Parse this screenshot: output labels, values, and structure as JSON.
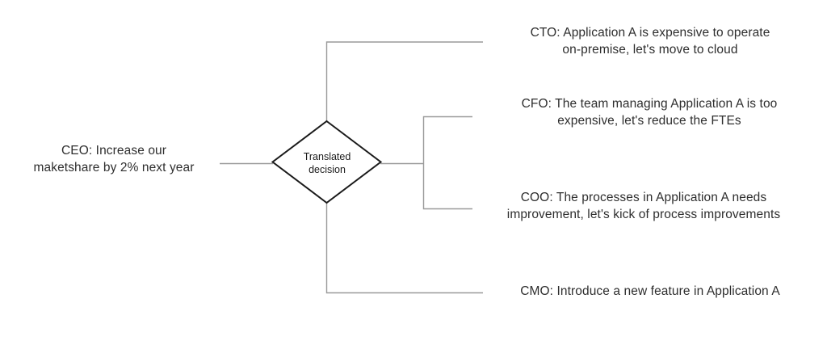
{
  "diagram": {
    "title_shape": {
      "type": "decision-diamond",
      "label": "Translated\ndecision"
    },
    "source": {
      "role": "CEO",
      "text": "CEO: Increase our\nmaketshare by 2% next year"
    },
    "branches": [
      {
        "role": "CTO",
        "text": "CTO: Application A is expensive to operate\non-premise, let's move to cloud"
      },
      {
        "role": "CFO",
        "text": "CFO: The team managing Application A is too\nexpensive, let's reduce the FTEs"
      },
      {
        "role": "COO",
        "text": "COO: The processes in Application A needs\nimprovement, let's kick of process improvements"
      },
      {
        "role": "CMO",
        "text": "CMO: Introduce a new feature in Application A"
      }
    ],
    "colors": {
      "shape_stroke": "#1a1a1a",
      "connector_stroke": "#9a9a9a",
      "text": "#2e2e2e",
      "background": "#ffffff"
    }
  }
}
